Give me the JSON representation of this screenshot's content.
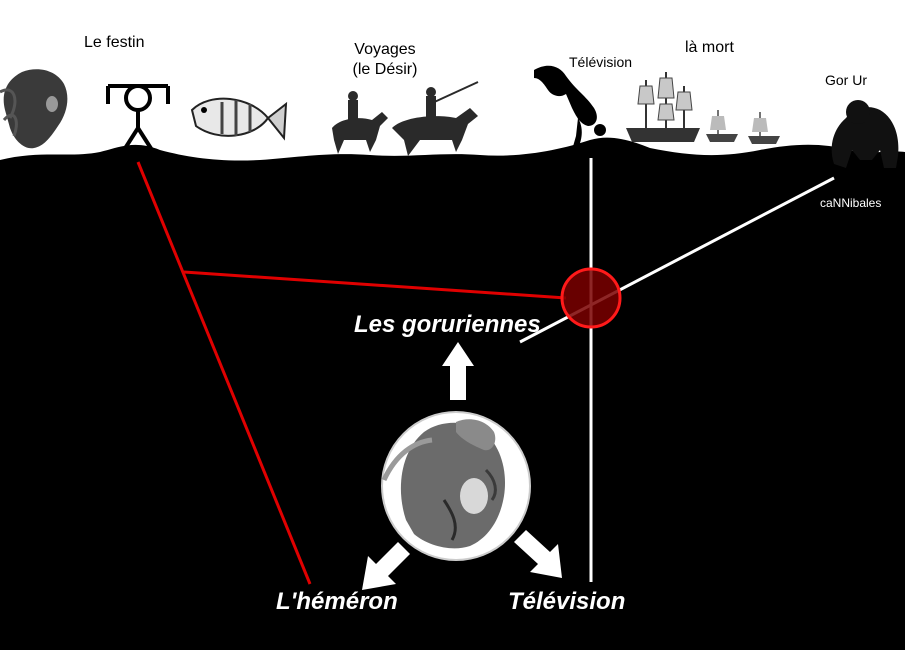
{
  "top_labels": {
    "festin": "Le festin",
    "voyages_line1": "Voyages",
    "voyages_line2": "(le Désir)",
    "television": "Télévision",
    "la_mort": "là mort",
    "gor_ur": "Gor Ur"
  },
  "side_label": "caNNibales",
  "bottom_labels": {
    "goruriennes": "Les goruriennes",
    "hemeron": "L'héméron",
    "television": "Télévision"
  },
  "colors": {
    "ground": "#000000",
    "sky": "#ffffff",
    "red_line": "#e00000",
    "white_line": "#ffffff",
    "marker_fill": "#7a0000",
    "marker_stroke": "#ff1a1a"
  },
  "icons": [
    "creature-head-icon",
    "stick-figure-icon",
    "fish-icon",
    "horse-riders-icon",
    "diving-figure-icon",
    "sailing-ships-icon",
    "gorilla-icon",
    "creature-portrait-icon"
  ]
}
